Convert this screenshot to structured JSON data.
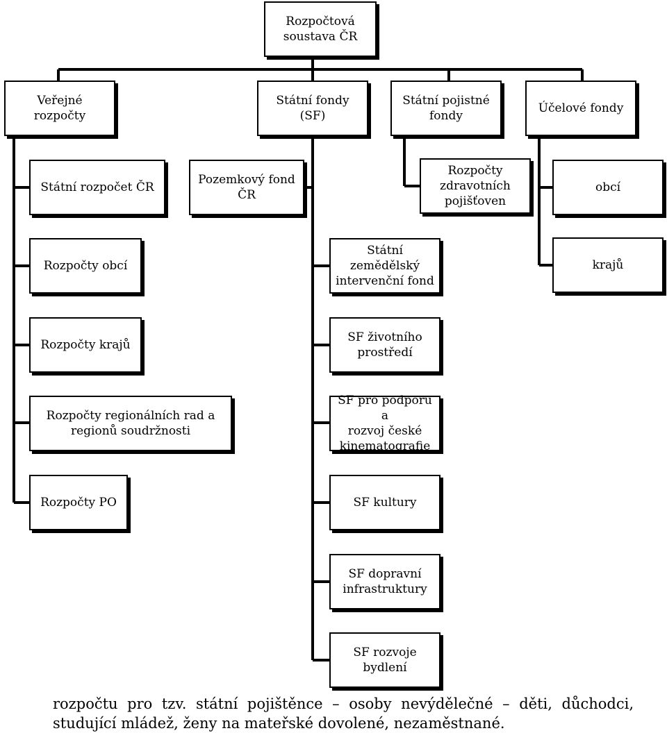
{
  "root": "Rozpočtová\nsoustava ČR",
  "categories": {
    "public": "Veřejné rozpočty",
    "state_funds": "Státní fondy (SF)",
    "insurance": "Státní pojistné\nfondy",
    "purpose": "Účelové fondy"
  },
  "public_items": [
    "Státní rozpočet ČR",
    "Rozpočty obcí",
    "Rozpočty krajů",
    "Rozpočty regionálních rad a\nregionů soudržnosti",
    "Rozpočty PO"
  ],
  "state_fund_items": [
    "Pozemkový fond\nČR",
    "Státní zemědělský\nintervenční fond",
    "SF životního\nprostředí",
    "SF pro podporu a\nrozvoj české\nkinematografie",
    "SF kultury",
    "SF dopravní\ninfrastruktury",
    "SF rozvoje bydlení"
  ],
  "insurance_items": [
    "Rozpočty\nzdravotních\npojišťoven"
  ],
  "purpose_items": [
    "obcí",
    "krajů"
  ],
  "caption": "rozpočtu pro tzv. státní pojištěnce – osoby nevýdělečné – děti, důchodci, studující mládež, ženy na mateřské dovolené, nezaměstnané."
}
